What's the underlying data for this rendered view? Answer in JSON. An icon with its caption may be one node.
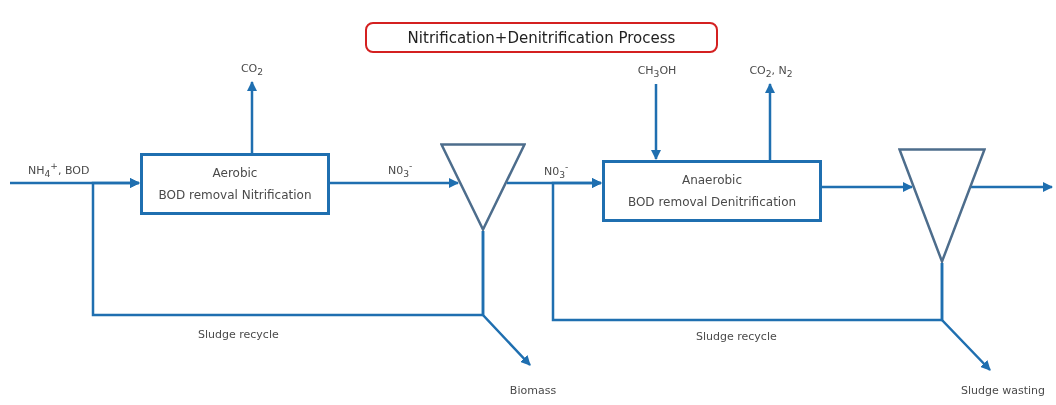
{
  "diagram": {
    "title": "Nitrification+Denitrification Process",
    "nodes": [
      {
        "text": [
          "Aerobic",
          "BOD removal Nitrification"
        ]
      },
      {
        "text": [],
        "shape": "triangle"
      },
      {
        "text": [
          "Anaerobic",
          "BOD removal Denitrification"
        ]
      },
      {
        "text": [],
        "shape": "triangle"
      },
      {
        "text": [
          "CO$_{2}$"
        ]
      },
      {
        "text": [
          "CH$_{3}$OH"
        ]
      },
      {
        "text": [
          "CO$_{2}$, N$_{2}$"
        ]
      },
      {
        "text": [
          "Biomass"
        ]
      },
      {
        "text": [
          "Sludge wasting"
        ]
      }
    ],
    "edges": [
      {
        "from": null,
        "to": 0,
        "arrow": "to",
        "label": "NH$_{4}$$^{+}$, BOD"
      },
      {
        "from": 0,
        "to": 4,
        "arrow": "to"
      },
      {
        "from": 0,
        "to": 1,
        "arrow": "to",
        "label": "N0$_{3}$$^{-}$"
      },
      {
        "from": 1,
        "to": 2,
        "arrow": "to",
        "label": "N0$_{3}$$^{-}$"
      },
      {
        "from": 5,
        "to": 2,
        "arrow": "to"
      },
      {
        "from": 2,
        "to": 6,
        "arrow": "to"
      },
      {
        "from": 2,
        "to": 3,
        "arrow": "to"
      },
      {
        "from": 3,
        "to": null,
        "arrow": "to"
      },
      {
        "from": 1,
        "to": 0,
        "arrow": "to",
        "label": "Sludge recycle"
      },
      {
        "from": 1,
        "to": 7,
        "arrow": "to"
      },
      {
        "from": 3,
        "to": 2,
        "arrow": "to",
        "label": "Sludge recycle"
      },
      {
        "from": 3,
        "to": 8,
        "arrow": "to"
      }
    ]
  }
}
